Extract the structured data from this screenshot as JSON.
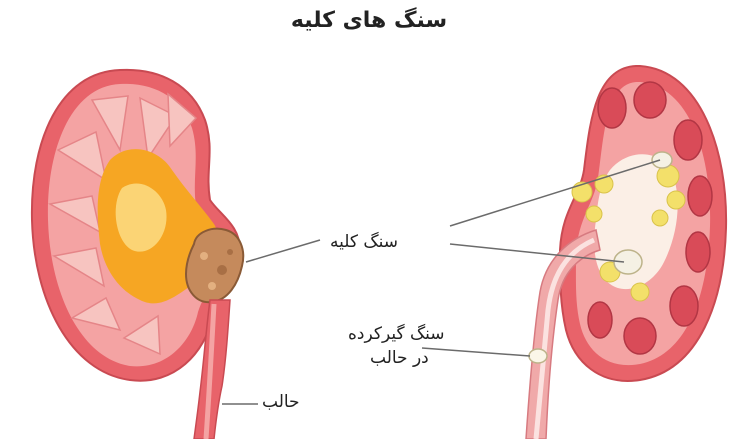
{
  "title": "سنگ های کلیه",
  "labels": {
    "kidney_stone": "سنگ کلیه",
    "stuck_stone_line1": "سنگ گیرکرده",
    "stuck_stone_line2": "در حالب",
    "ureter": "حالب"
  },
  "colors": {
    "kidney_outer": "#e8636a",
    "kidney_cortex": "#f4a3a3",
    "pyramid": "#f7c4c0",
    "pelvis_orange": "#f6a623",
    "pelvis_light": "#fde08a",
    "stone": "#c58a5c",
    "calyx_yellow": "#f3e06a",
    "ureter": "#f0a9a9",
    "line": "#6b6b6b"
  }
}
